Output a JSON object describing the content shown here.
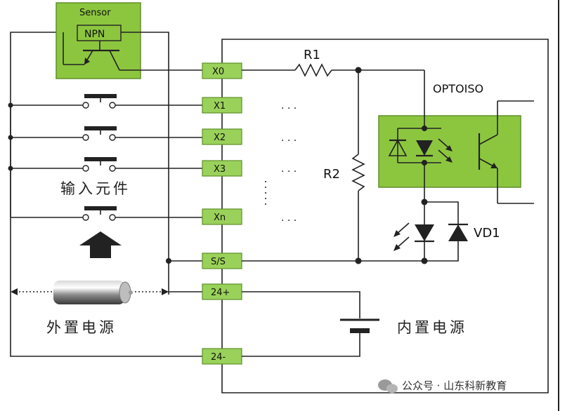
{
  "sensor": {
    "title": "Sensor",
    "type": "NPN"
  },
  "terminals": [
    "X0",
    "X1",
    "X2",
    "X3",
    "Xn",
    "S/S",
    "24+",
    "24-"
  ],
  "labels": {
    "r1": "R1",
    "r2": "R2",
    "optoiso": "OPTOISO",
    "vd1": "VD1",
    "input_elements": "输入元件",
    "external_power": "外置电源",
    "internal_power": "内置电源",
    "dots": ". . ."
  },
  "watermark": "公众号 · 山东科新教育",
  "colors": {
    "green": "#8cc63f",
    "green_border": "#5f8f2a",
    "terminal": "#9ad15a"
  }
}
